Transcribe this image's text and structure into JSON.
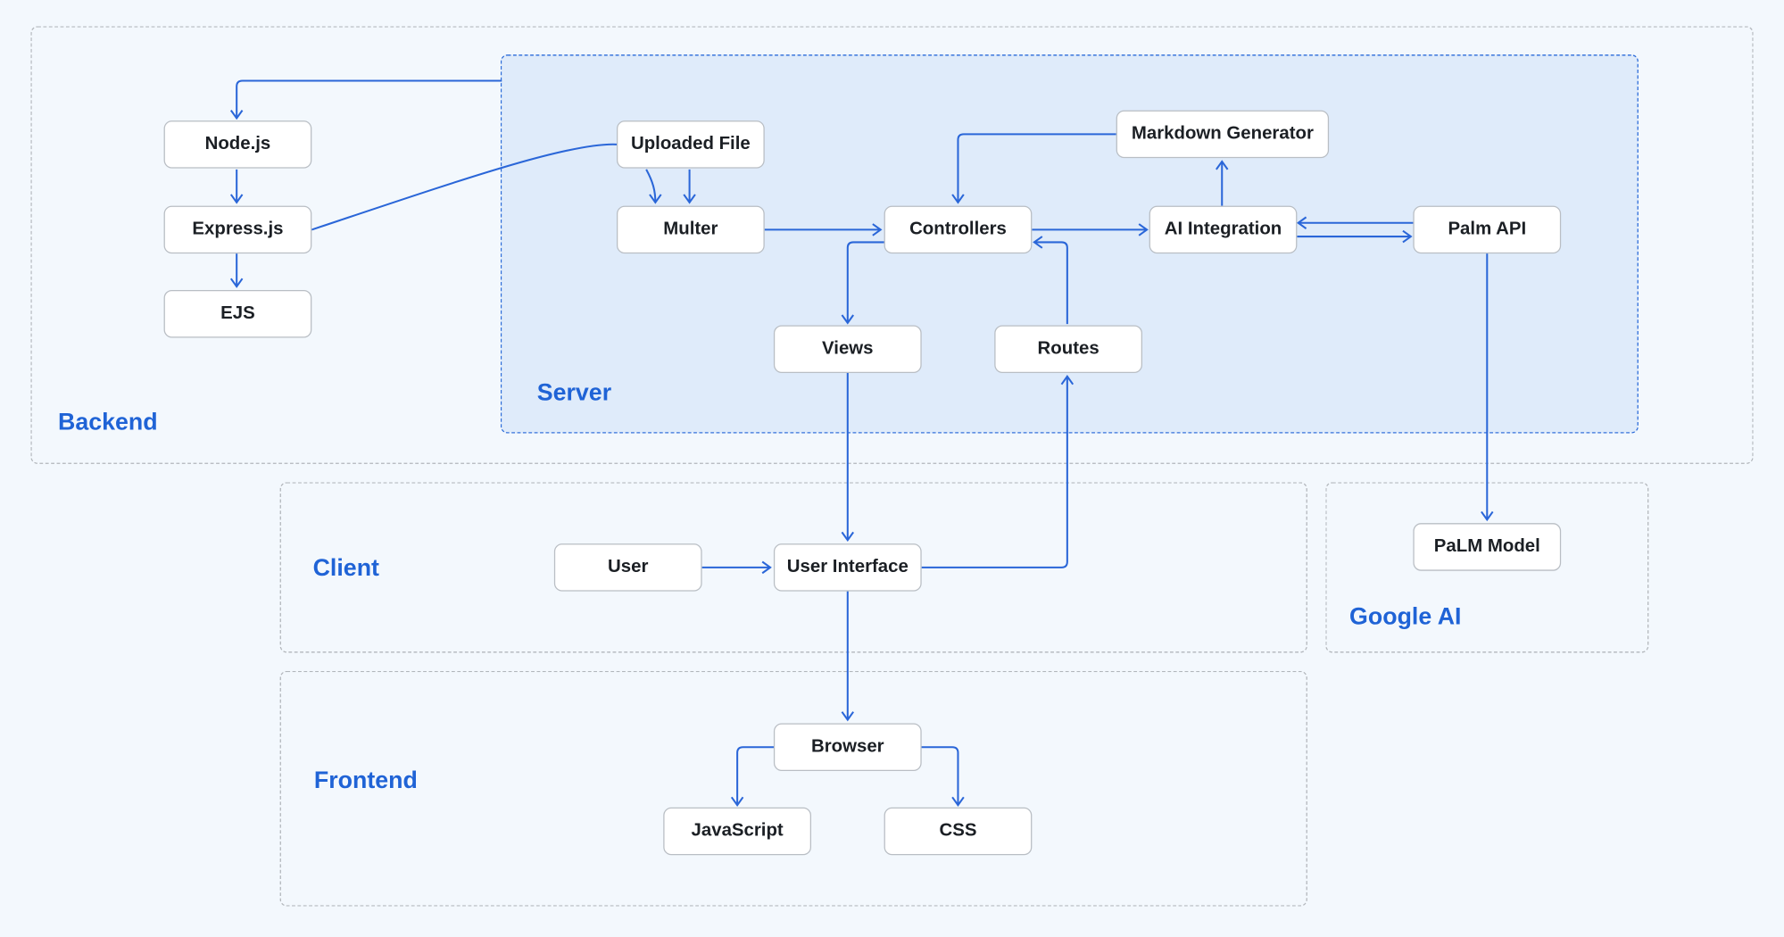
{
  "groups": {
    "backend": "Backend",
    "server": "Server",
    "client": "Client",
    "google_ai": "Google AI",
    "frontend": "Frontend"
  },
  "nodes": {
    "nodejs": "Node.js",
    "expressjs": "Express.js",
    "ejs": "EJS",
    "uploaded_file": "Uploaded File",
    "multer": "Multer",
    "controllers": "Controllers",
    "markdown_generator": "Markdown Generator",
    "ai_integration": "AI Integration",
    "palm_api": "Palm API",
    "views": "Views",
    "routes": "Routes",
    "user": "User",
    "user_interface": "User Interface",
    "palm_model": "PaLM Model",
    "browser": "Browser",
    "javascript": "JavaScript",
    "css": "CSS"
  },
  "colors": {
    "accent": "#1f63d6",
    "edge": "#2a66d8",
    "server_fill": "#dfebfa",
    "page_background": "#f3f8fd"
  }
}
